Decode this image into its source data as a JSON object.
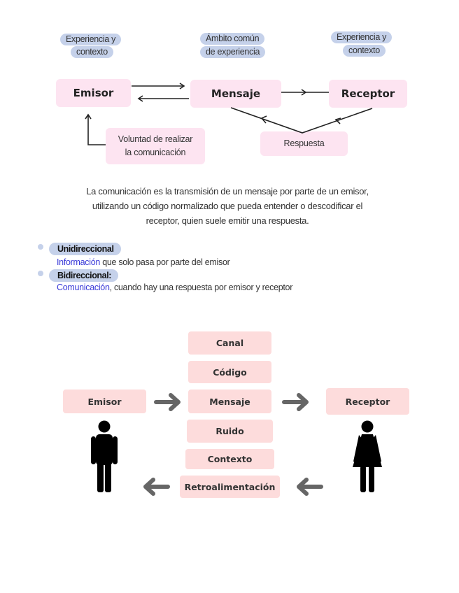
{
  "diagram1": {
    "context_labels": {
      "left": [
        "Experiencia y",
        "contexto"
      ],
      "center": [
        "Ámbito común",
        "de experiencia"
      ],
      "right": [
        "Experiencia y",
        "contexto"
      ]
    },
    "nodes": {
      "emisor": "Emisor",
      "mensaje": "Mensaje",
      "receptor": "Receptor",
      "voluntad": [
        "Voluntad de realizar",
        "la comunicación"
      ],
      "respuesta": "Respuesta"
    }
  },
  "definition": "La comunicación es la transmisión de un mensaje por parte de un emisor, utilizando un código normalizado que pueda entender o descodificar el receptor, quien suele emitir una respuesta.",
  "types": [
    {
      "label": "Unidireccional",
      "highlight": "Información",
      "rest": " que solo pasa por parte del emisor"
    },
    {
      "label": "Bidireccional:",
      "highlight": "Comunicación",
      "rest": ", cuando hay una respuesta por emisor y receptor"
    }
  ],
  "diagram2": {
    "emisor": "Emisor",
    "receptor": "Receptor",
    "elements": [
      "Canal",
      "Código",
      "Mensaje",
      "Ruido",
      "Contexto",
      "Retroalimentación"
    ],
    "icons": {
      "sender": "man-icon",
      "receiver": "woman-icon"
    }
  },
  "colors": {
    "pill_blue": "#c5d1ea",
    "box_pink": "#fde4f1",
    "box_salmon": "#fddcdc",
    "highlight_blue": "#3a3ad8",
    "arrow_gray": "#666666"
  }
}
